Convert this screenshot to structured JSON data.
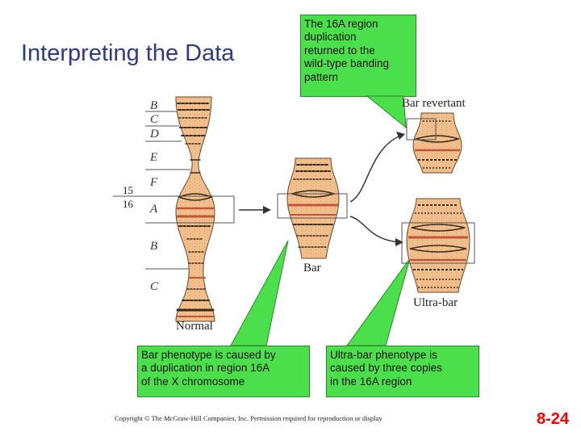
{
  "slide": {
    "title": "Interpreting the Data",
    "number": "8-24",
    "copyright": "Copyright © The McGraw-Hill Companies, Inc. Permission required for reproduction or display"
  },
  "callouts": {
    "top": [
      "The 16A region",
      "duplication",
      "returned to the",
      "wild-type banding",
      "pattern"
    ],
    "bar": [
      "Bar phenotype is caused by",
      "a duplication in region 16A",
      "of the X chromosome"
    ],
    "ultra": [
      "Ultra-bar phenotype is",
      "caused by three copies",
      "in the 16A region"
    ]
  },
  "figure": {
    "labels": {
      "normal": "Normal",
      "bar": "Bar",
      "ultra_bar": "Ultra-bar",
      "bar_revertant": "Bar revertant"
    },
    "region_numbers": [
      "15",
      "16"
    ],
    "band_letters": [
      "B",
      "C",
      "D",
      "E",
      "F",
      "A",
      "B",
      "C"
    ]
  },
  "colors": {
    "title": "#2e3a8c",
    "callout": "#4be04b",
    "chromosome": "#f2c08d",
    "band_dark": "#3a2a1a",
    "band_red": "#c0553a",
    "slide_number": "#ff0000"
  }
}
